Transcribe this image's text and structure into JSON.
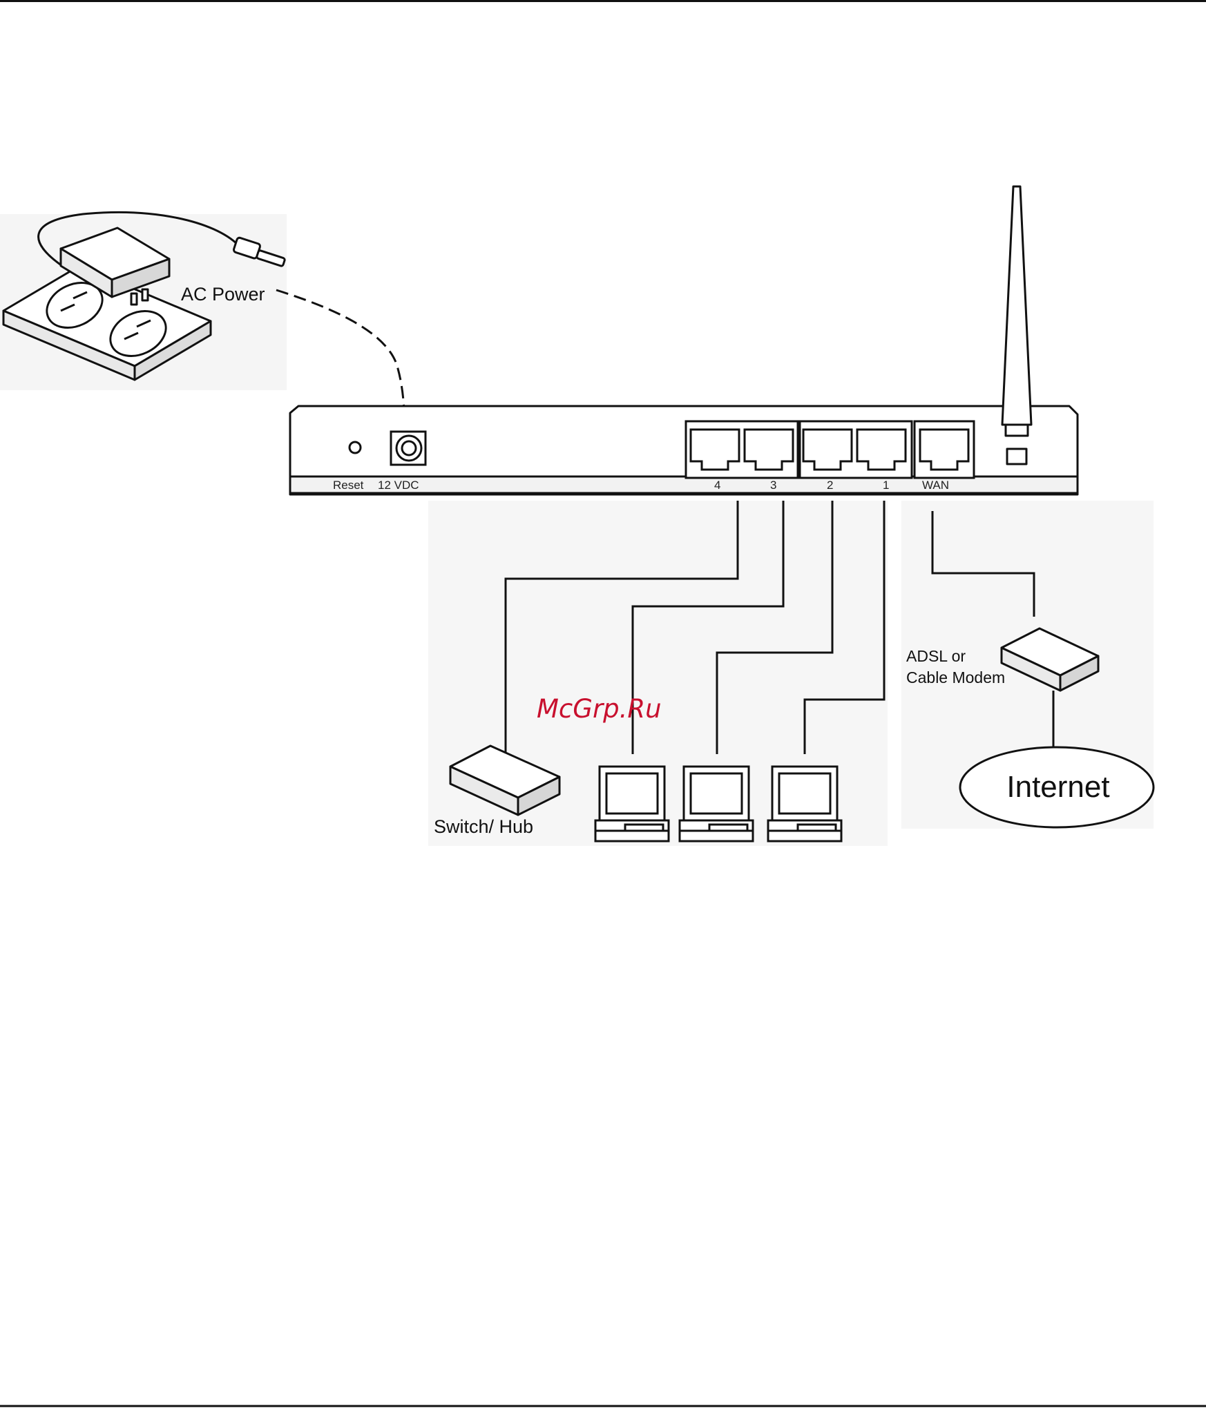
{
  "labels": {
    "ac_power": "AC Power",
    "reset": "Reset",
    "vdc": "12 VDC",
    "port4": "4",
    "port3": "3",
    "port2": "2",
    "port1": "1",
    "wan": "WAN",
    "modem_line1": "ADSL or",
    "modem_line2": "Cable Modem",
    "internet": "Internet",
    "switch_hub": "Switch/ Hub"
  },
  "watermark": "McGrp.Ru",
  "colors": {
    "line": "#111111",
    "watermark": "#c8102e",
    "panel": "#f4f4f4"
  }
}
